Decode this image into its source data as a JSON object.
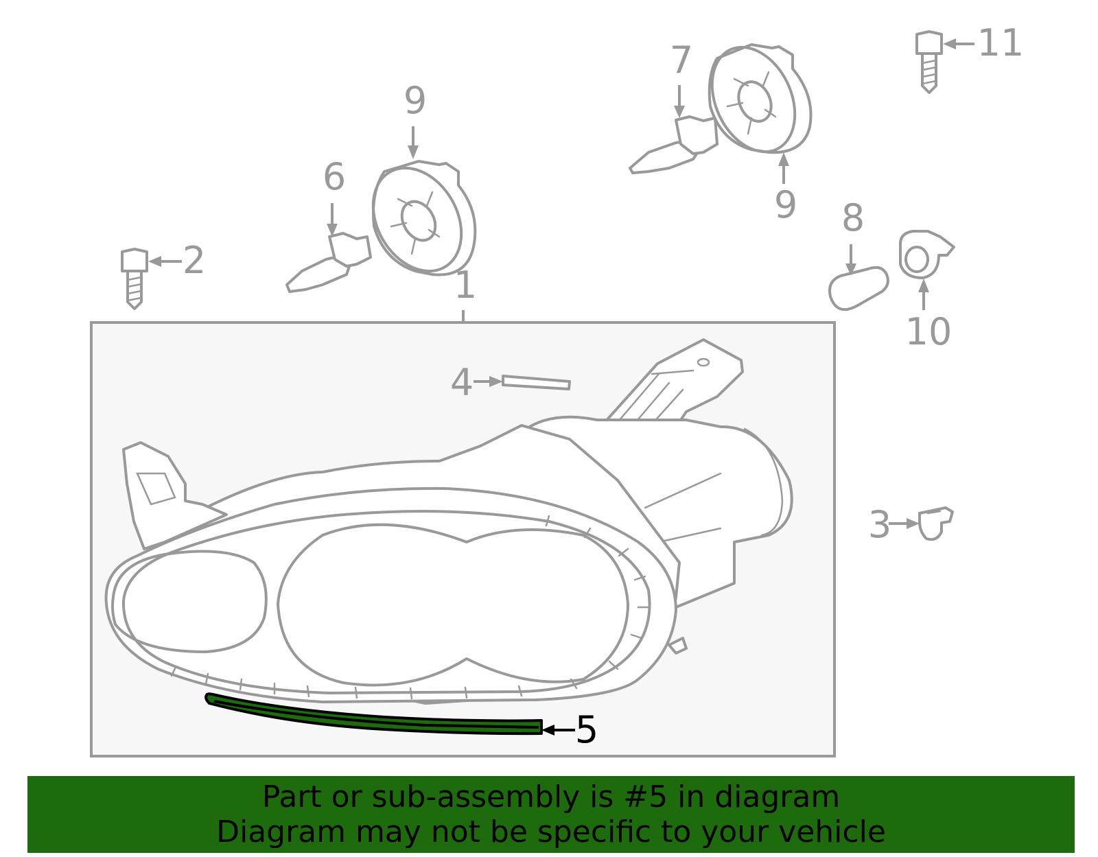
{
  "callouts": {
    "c1": "1",
    "c2": "2",
    "c3": "3",
    "c4": "4",
    "c5": "5",
    "c6": "6",
    "c7": "7",
    "c8": "8",
    "c9a": "9",
    "c9b": "9",
    "c10": "10",
    "c11": "11"
  },
  "highlighted_part": "5",
  "colors": {
    "highlight_fill": "#1e6b0e",
    "banner_background": "#1e6b0e",
    "line_art": "#999999",
    "assembly_box_fill": "#f7f7f7"
  },
  "banner": {
    "line1": "Part or sub-assembly is #5 in diagram",
    "line2": "Diagram may not be specific to your vehicle"
  }
}
